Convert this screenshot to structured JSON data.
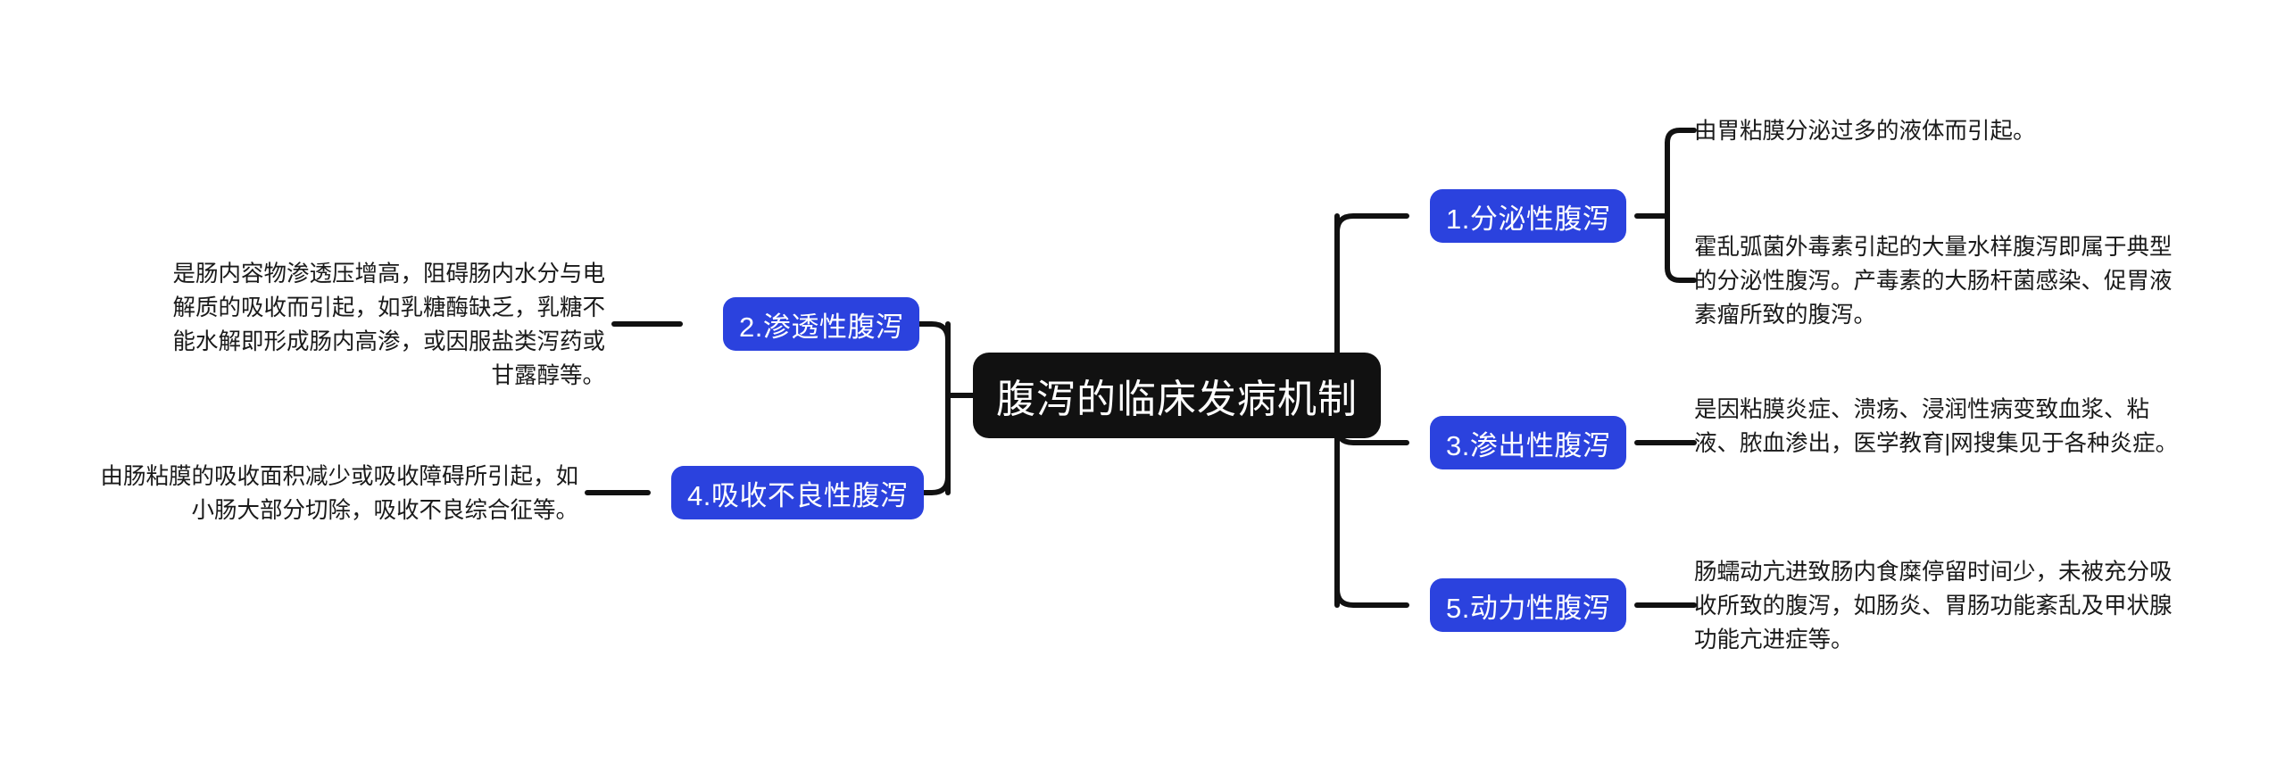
{
  "diagram": {
    "type": "mindmap",
    "title": "腹泻的临床发病机制",
    "colors": {
      "root_bg": "#111111",
      "root_text": "#ffffff",
      "branch_bg": "#2B42DE",
      "branch_text": "#ffffff",
      "leaf_text": "#1a1a1a",
      "connector": "#111111",
      "background": "#ffffff"
    },
    "root": {
      "label": "腹泻的临床发病机制"
    },
    "branches_left": [
      {
        "id": "b2",
        "label": "2.渗透性腹泻",
        "leaves": [
          {
            "id": "b2l1",
            "text": "是肠内容物渗透压增高，阻碍肠内水分与电解质的吸收而引起，如乳糖酶缺乏，乳糖不能水解即形成肠内高渗，或因服盐类泻药或甘露醇等。"
          }
        ]
      },
      {
        "id": "b4",
        "label": "4.吸收不良性腹泻",
        "leaves": [
          {
            "id": "b4l1",
            "text": "由肠粘膜的吸收面积减少或吸收障碍所引起，如小肠大部分切除，吸收不良综合征等。"
          }
        ]
      }
    ],
    "branches_right": [
      {
        "id": "b1",
        "label": "1.分泌性腹泻",
        "leaves": [
          {
            "id": "b1l1",
            "text": "由胃粘膜分泌过多的液体而引起。"
          },
          {
            "id": "b1l2",
            "text": "霍乱弧菌外毒素引起的大量水样腹泻即属于典型的分泌性腹泻。产毒素的大肠杆菌感染、促胃液素瘤所致的腹泻。"
          }
        ]
      },
      {
        "id": "b3",
        "label": "3.渗出性腹泻",
        "leaves": [
          {
            "id": "b3l1",
            "text": "是因粘膜炎症、溃疡、浸润性病变致血浆、粘液、脓血渗出，医学教育|网搜集见于各种炎症。"
          }
        ]
      },
      {
        "id": "b5",
        "label": "5.动力性腹泻",
        "leaves": [
          {
            "id": "b5l1",
            "text": "肠蠕动亢进致肠内食糜停留时间少，未被充分吸收所致的腹泻，如肠炎、胃肠功能紊乱及甲状腺功能亢进症等。"
          }
        ]
      }
    ]
  }
}
